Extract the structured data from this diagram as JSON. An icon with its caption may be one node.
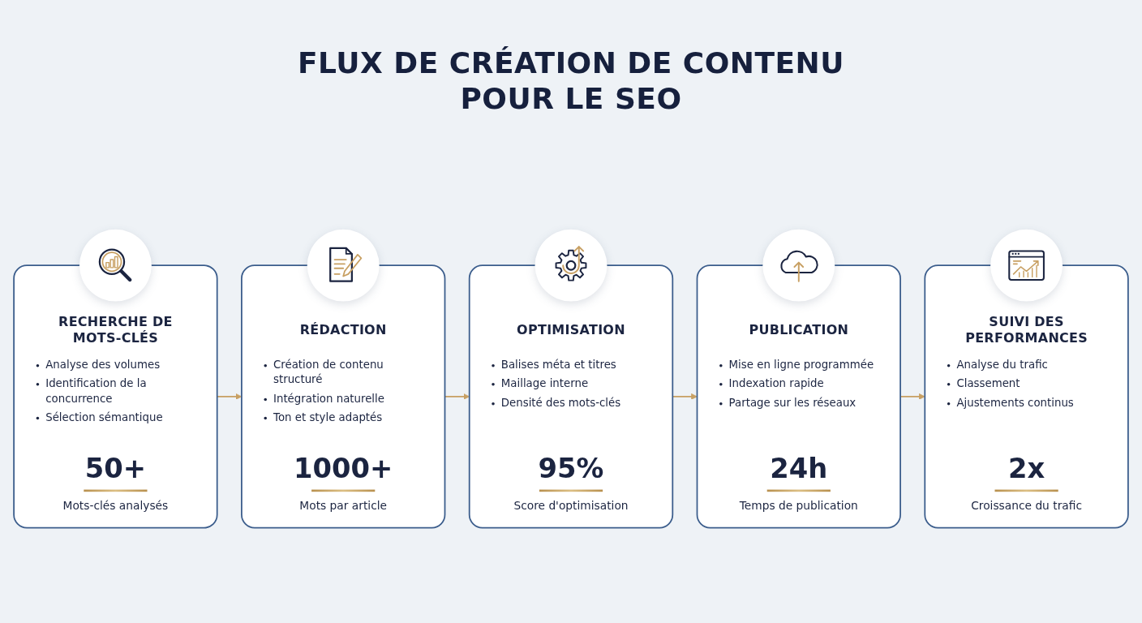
{
  "diagram": {
    "title": "FLUX DE CRÉATION DE CONTENU POUR LE SEO",
    "nodes": [
      {
        "text": [
          "RECHERCHE DE MOTS-CLÉS",
          "Analyse des volumes",
          "Identification de la concurrence",
          "Sélection sémantique",
          "50+",
          "Mots-clés analysés"
        ]
      },
      {
        "text": [
          "RÉDACTION",
          "Création de contenu structuré",
          "Intégration naturelle",
          "Ton et style adaptés",
          "1000+",
          "Mots par article"
        ]
      },
      {
        "text": [
          "OPTIMISATION",
          "Balises méta et titres",
          "Maillage interne",
          "Densité des mots-clés",
          "95%",
          "Score d'optimisation"
        ]
      },
      {
        "text": [
          "PUBLICATION",
          "Mise en ligne programmée",
          "Indexation rapide",
          "Partage sur les réseaux",
          "24h",
          "Temps de publication"
        ]
      },
      {
        "text": [
          "SUIVI DES PERFORMANCES",
          "Analyse du trafic",
          "Classement",
          "Ajustements continus",
          "2x",
          "Croissance du trafic"
        ]
      }
    ],
    "edges": [
      {
        "from": 0,
        "to": 1,
        "arrow": "to"
      },
      {
        "from": 1,
        "to": 2,
        "arrow": "to"
      },
      {
        "from": 2,
        "to": 3,
        "arrow": "to"
      },
      {
        "from": 3,
        "to": 4,
        "arrow": "to"
      }
    ]
  }
}
